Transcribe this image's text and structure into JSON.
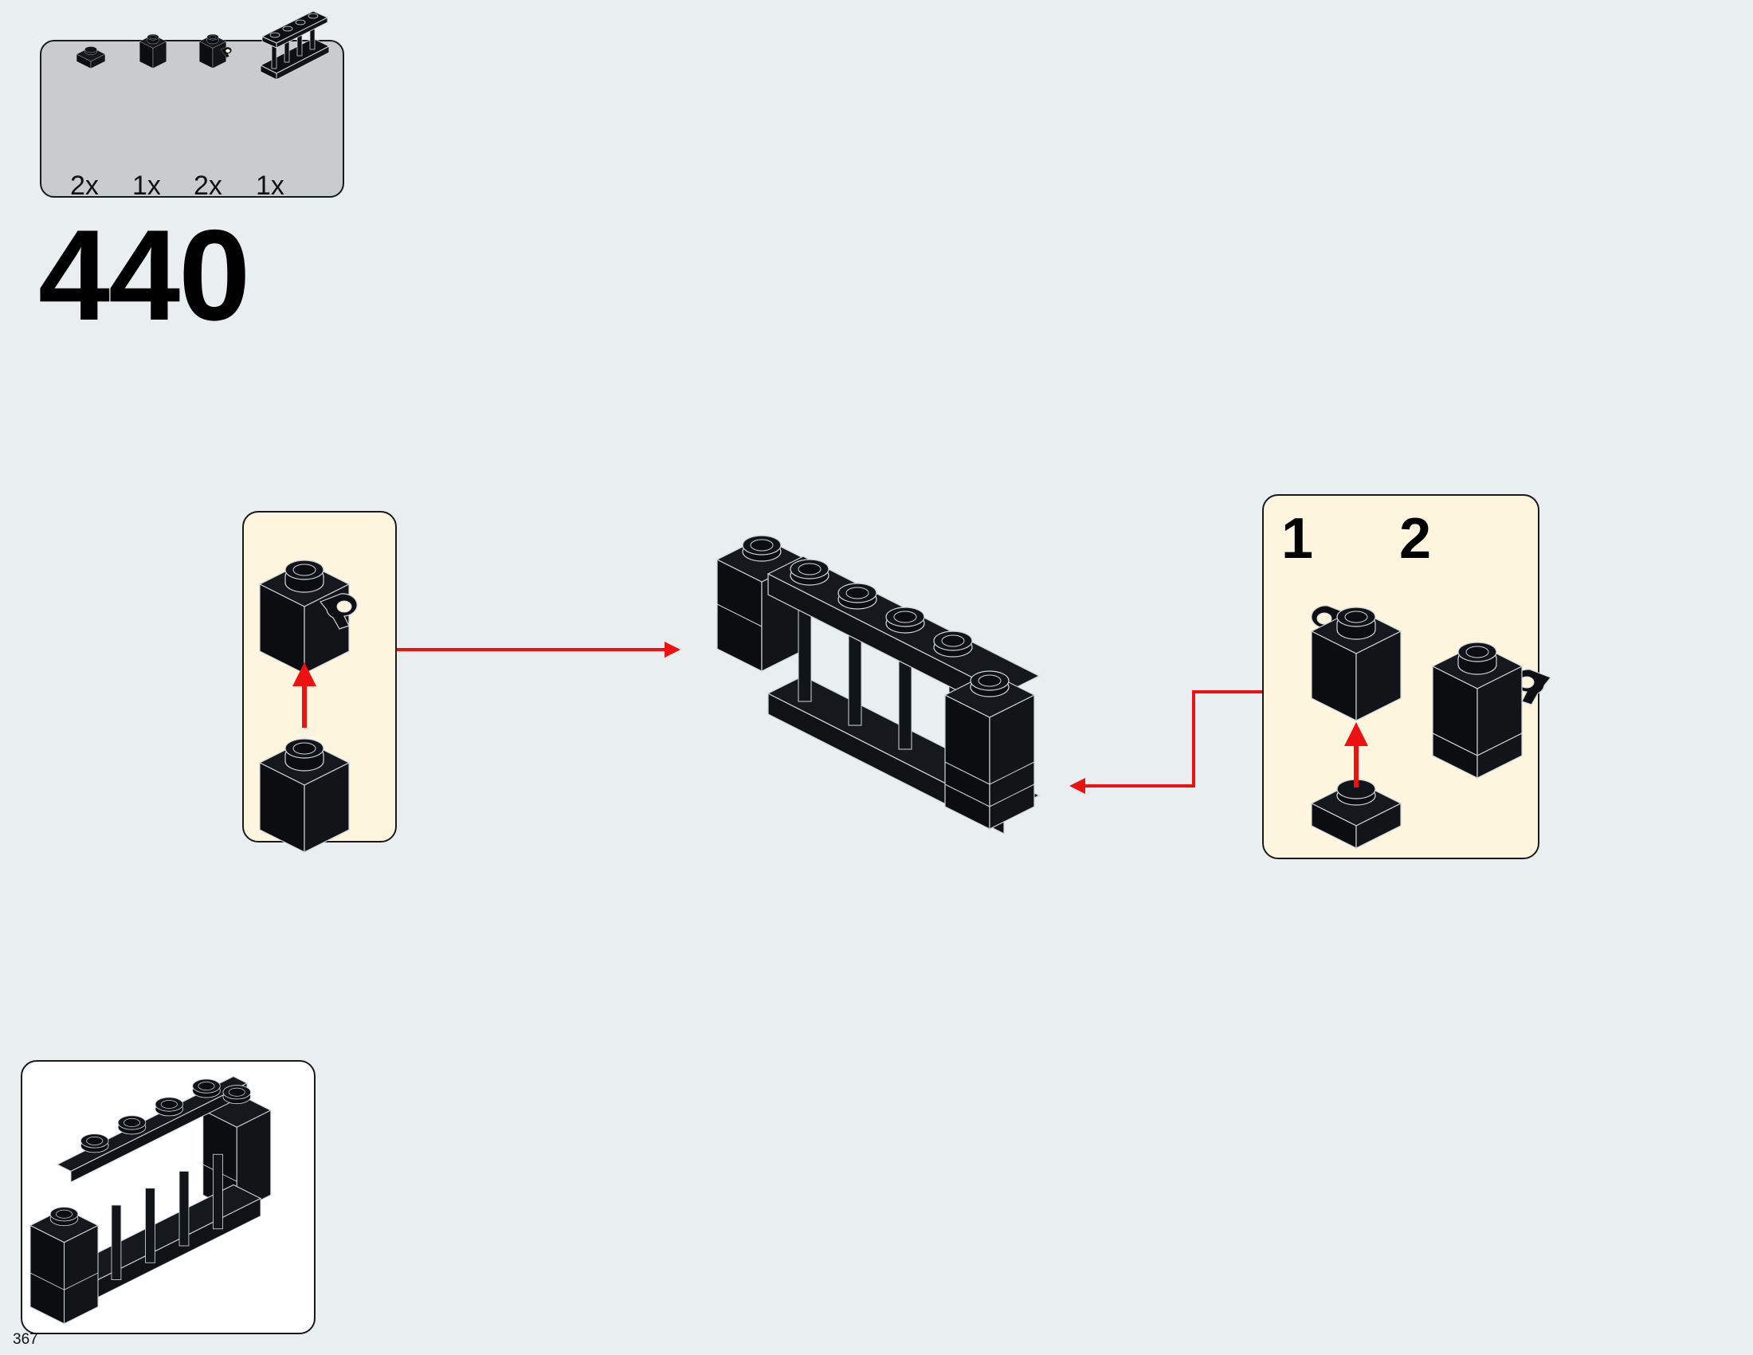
{
  "step": {
    "number": "440"
  },
  "parts": [
    {
      "icon": "plate-1x1-icon",
      "count": "2x"
    },
    {
      "icon": "brick-1x1-icon",
      "count": "1x"
    },
    {
      "icon": "brick-1x1-clip-icon",
      "count": "2x"
    },
    {
      "icon": "fence-1x4-icon",
      "count": "1x"
    }
  ],
  "substeps": {
    "first": "1",
    "second": "2"
  },
  "page": {
    "number": "367"
  },
  "colors": {
    "arrow": "#ee1111",
    "brick": "#0d0f12",
    "callout_bg": "#fdf5de",
    "parts_bg": "#c9cccf",
    "page_bg": "#e9eef1"
  }
}
